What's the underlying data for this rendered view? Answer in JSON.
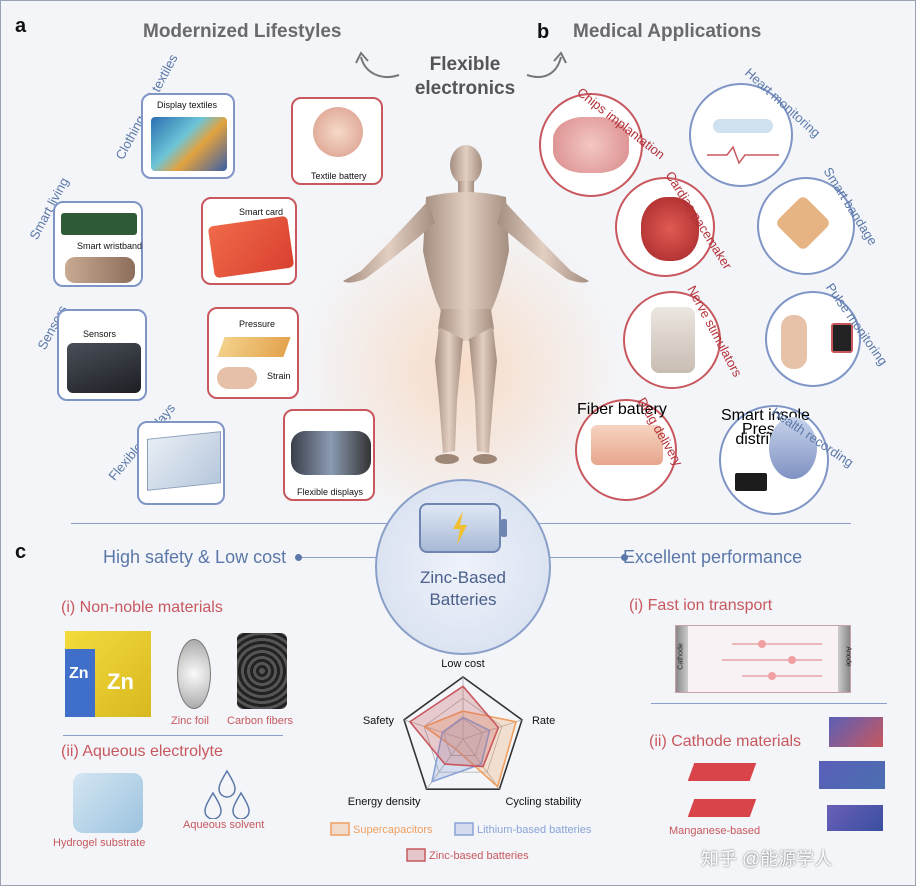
{
  "panels": {
    "a": "a",
    "b": "b",
    "c": "c"
  },
  "titles": {
    "modernized": "Modernized Lifestyles",
    "medical": "Medical Applications",
    "center_line1": "Flexible",
    "center_line2": "electronics"
  },
  "lifestyle": {
    "clothing": "Clothing and textiles",
    "display_textiles": "Display textiles",
    "smart_living": "Smart living",
    "smart_wristband": "Smart wristband",
    "sensors_cap": "Sensors",
    "sensors_lbl": "Sensors",
    "flexible_displays_cap": "Flexible displays",
    "textile_battery": "Textile battery",
    "smart_card": "Smart card",
    "pressure": "Pressure",
    "strain": "Strain",
    "flexible_displays_lbl": "Flexible displays"
  },
  "medical": {
    "chips": "Chips implantation",
    "pacemaker": "Cardiac pacemaker",
    "nerve": "Nerve stimulators",
    "drug": "Drug delivery",
    "fiber_battery": "Fiber battery",
    "heart": "Heart monitoring",
    "bandage": "Smart bandage",
    "pulse": "Pulse monitoring",
    "health": "Health recording",
    "smart_insole": "Smart insole",
    "pressure_dist_1": "Pressure",
    "pressure_dist_2": "distribution"
  },
  "panel_c": {
    "left_title": "High safety & Low cost",
    "right_title": "Excellent performance",
    "center_line1": "Zinc-Based",
    "center_line2": "Batteries",
    "non_noble": "(i) Non-noble materials",
    "zn_symbol": "Zn",
    "zinc_foil": "Zinc foil",
    "carbon_fibers": "Carbon fibers",
    "aqueous": "(ii) Aqueous electrolyte",
    "hydrogel": "Hydrogel substrate",
    "aqueous_solvent": "Aqueous solvent",
    "fast_ion": "(i) Fast ion transport",
    "cathode_label": "Cathode",
    "anode_label": "Anode",
    "cathode_materials": "(ii) Cathode materials",
    "manganese": "Manganese-based"
  },
  "watermark": "知乎 @能源学人",
  "chart_data": {
    "type": "radar",
    "axes": [
      "Low cost",
      "Rate",
      "Cycling stability",
      "Energy density",
      "Safety"
    ],
    "range": [
      0,
      1
    ],
    "series": [
      {
        "name": "Supercapacitors",
        "color": "#f0a060",
        "values": [
          0.45,
          0.9,
          0.95,
          0.2,
          0.65
        ]
      },
      {
        "name": "Lithium-based batteries",
        "color": "#8aa3d6",
        "values": [
          0.35,
          0.45,
          0.5,
          0.85,
          0.35
        ]
      },
      {
        "name": "Zinc-based batteries",
        "color": "#c8585e",
        "values": [
          0.85,
          0.6,
          0.55,
          0.5,
          0.9
        ]
      }
    ]
  },
  "colors": {
    "accent_blue": "#5b78a8",
    "accent_red": "#b3323a",
    "title_gray": "#6a6a6a"
  }
}
